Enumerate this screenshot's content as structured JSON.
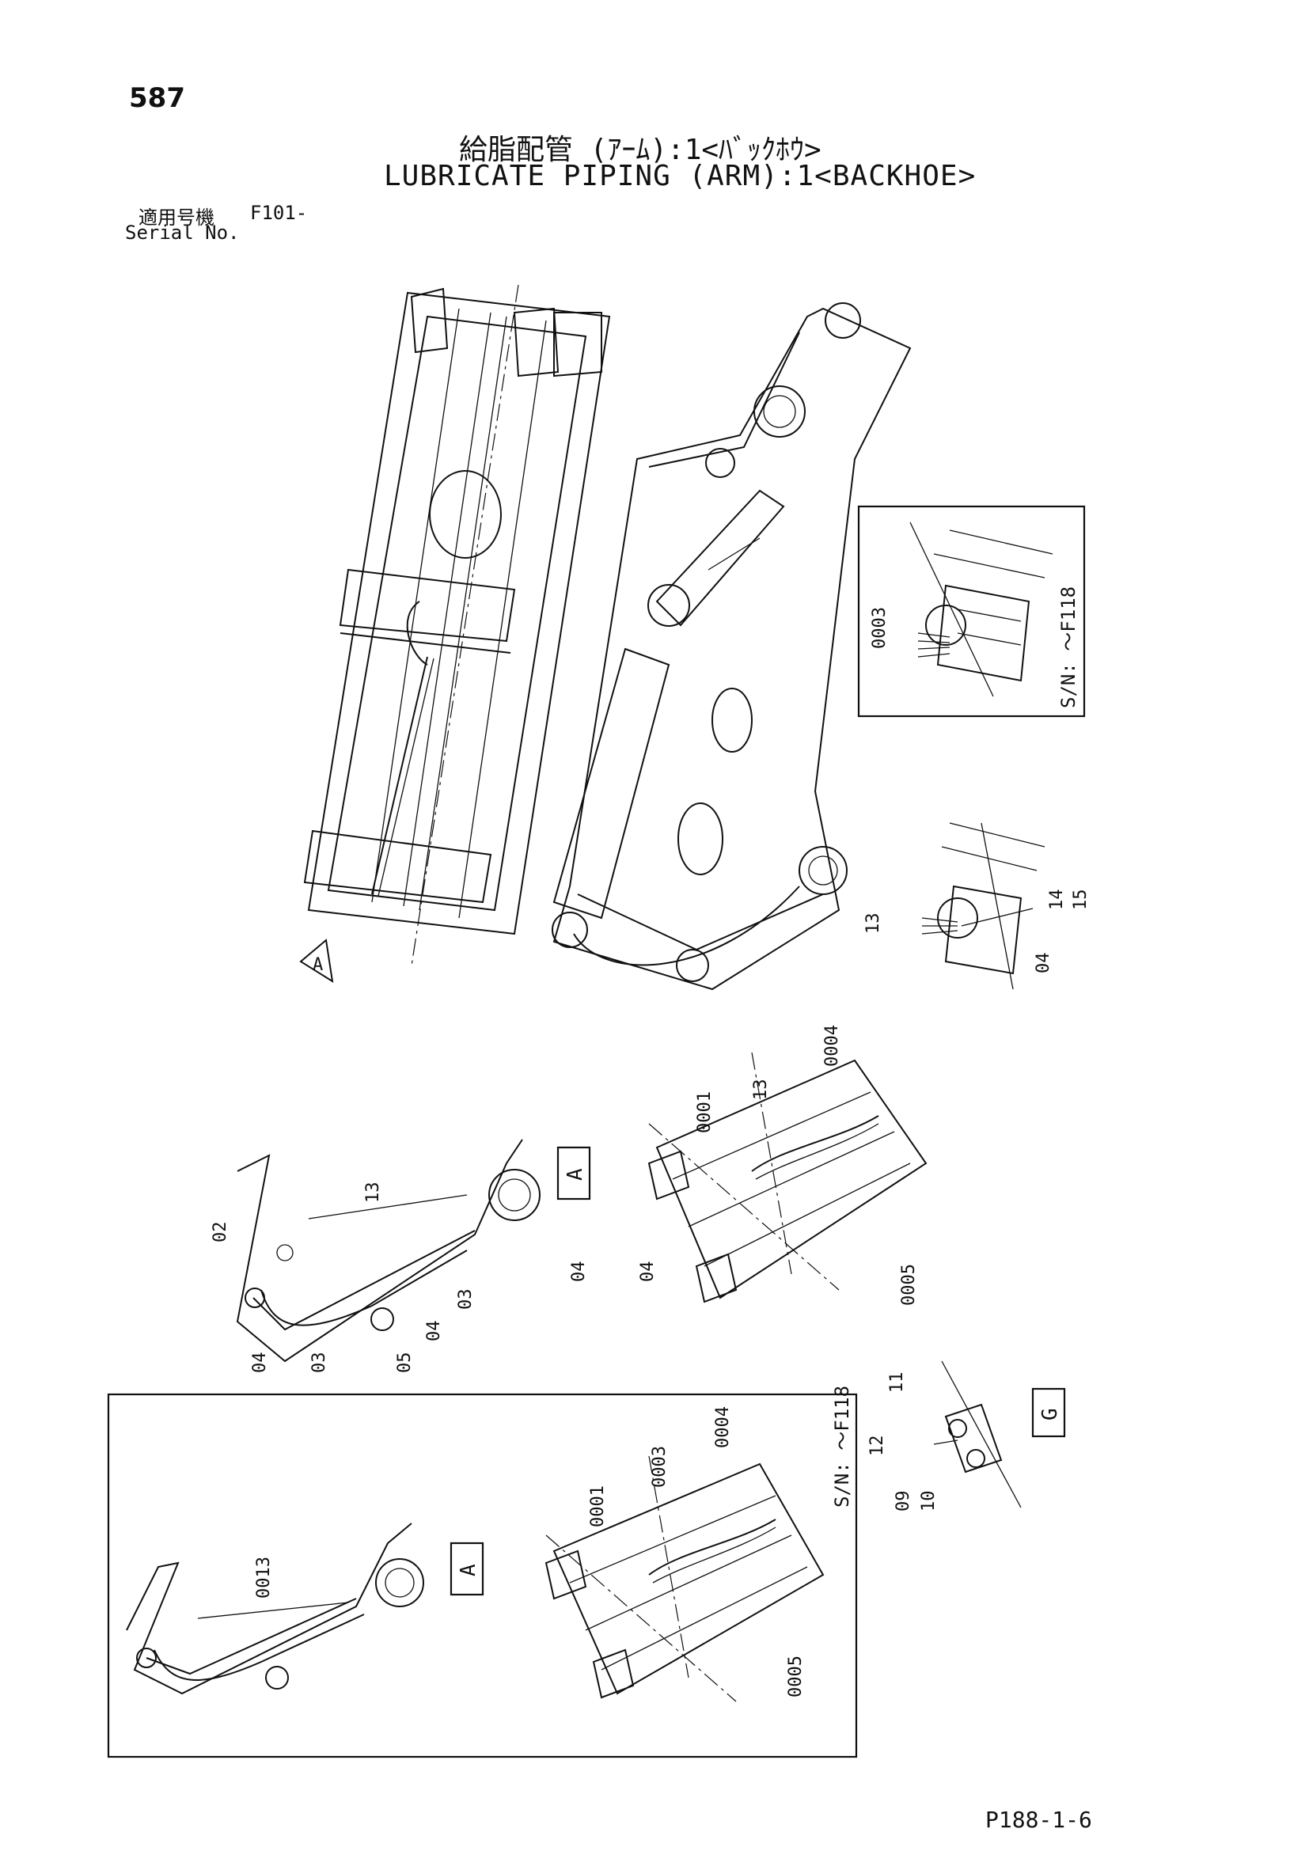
{
  "page_number": "587",
  "title_jp": "給脂配管 (ｱｰﾑ):1<ﾊﾞｯｸﾎｳ>",
  "title_en": "LUBRICATE PIPING (ARM):1<BACKHOE>",
  "serial": {
    "label_jp": "適用号機",
    "model": "F101-",
    "label_en": "Serial No."
  },
  "page_code": "P188-1-6",
  "views": {
    "view_a_tag": "A",
    "view_g_tag": "G",
    "sn_note": "S/N: ～F118"
  },
  "callouts": {
    "inset_top": [
      "0003"
    ],
    "arm_tip": [
      "13",
      "14",
      "15",
      "04"
    ],
    "view_a_left": [
      "02",
      "13",
      "04",
      "03",
      "05",
      "04",
      "03",
      "04"
    ],
    "view_a_right": [
      "0001",
      "13",
      "0004",
      "04",
      "0005"
    ],
    "view_g": [
      "11",
      "12",
      "09",
      "10"
    ],
    "inset_bottom_left": [
      "0013"
    ],
    "inset_bottom_right": [
      "0001",
      "0003",
      "0004",
      "0005"
    ]
  }
}
